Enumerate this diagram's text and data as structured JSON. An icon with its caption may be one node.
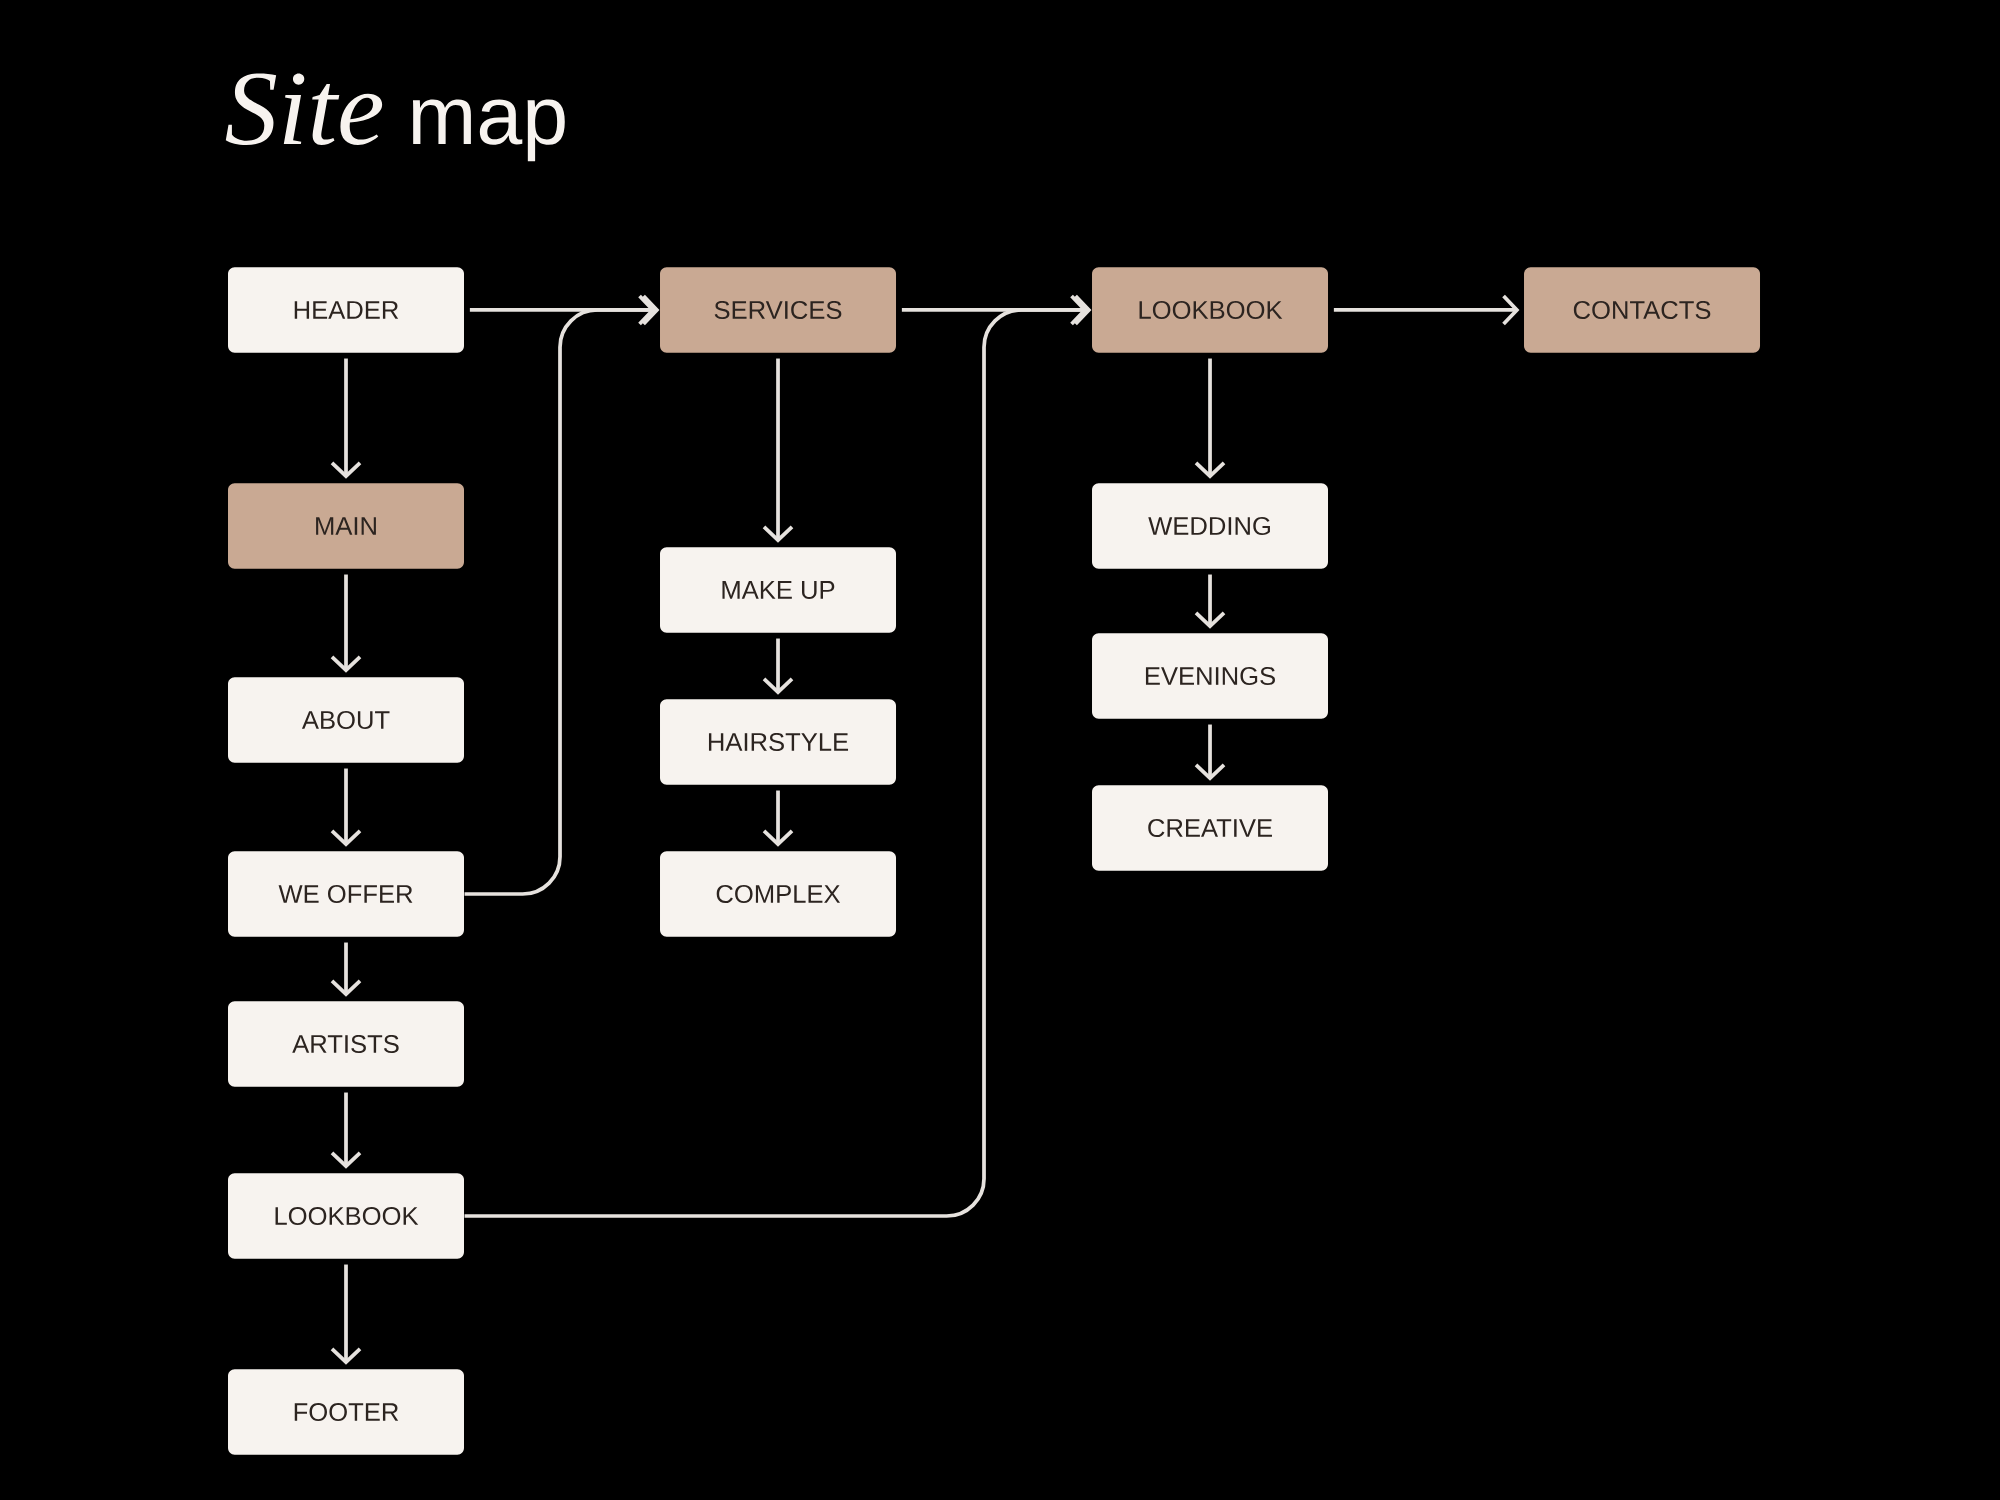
{
  "diagram": {
    "title": "*Site* map",
    "nodes": [
      {
        "text": [
          "HEADER"
        ]
      },
      {
        "text": [
          "SERVICES"
        ]
      },
      {
        "text": [
          "LOOKBOOK"
        ]
      },
      {
        "text": [
          "CONTACTS"
        ]
      },
      {
        "text": [
          "MAIN"
        ]
      },
      {
        "text": [
          "ABOUT"
        ]
      },
      {
        "text": [
          "WE OFFER"
        ]
      },
      {
        "text": [
          "ARTISTS"
        ]
      },
      {
        "text": [
          "LOOKBOOK"
        ]
      },
      {
        "text": [
          "FOOTER"
        ]
      },
      {
        "text": [
          "MAKE UP"
        ]
      },
      {
        "text": [
          "HAIRSTYLE"
        ]
      },
      {
        "text": [
          "COMPLEX"
        ]
      },
      {
        "text": [
          "WEDDING"
        ]
      },
      {
        "text": [
          "EVENINGS"
        ]
      },
      {
        "text": [
          "CREATIVE"
        ]
      }
    ],
    "edges": [
      {
        "from": 0,
        "to": 1,
        "arrow": "to"
      },
      {
        "from": 1,
        "to": 2,
        "arrow": "to"
      },
      {
        "from": 2,
        "to": 3,
        "arrow": "to"
      },
      {
        "from": 0,
        "to": 4,
        "arrow": "to"
      },
      {
        "from": 4,
        "to": 5,
        "arrow": "to"
      },
      {
        "from": 5,
        "to": 6,
        "arrow": "to"
      },
      {
        "from": 6,
        "to": 7,
        "arrow": "to"
      },
      {
        "from": 7,
        "to": 8,
        "arrow": "to"
      },
      {
        "from": 8,
        "to": 9,
        "arrow": "to"
      },
      {
        "from": 6,
        "to": 1,
        "arrow": "to"
      },
      {
        "from": 8,
        "to": 2,
        "arrow": "to"
      },
      {
        "from": 1,
        "to": 10,
        "arrow": "to"
      },
      {
        "from": 10,
        "to": 11,
        "arrow": "to"
      },
      {
        "from": 11,
        "to": 12,
        "arrow": "to"
      },
      {
        "from": 2,
        "to": 13,
        "arrow": "to"
      },
      {
        "from": 13,
        "to": 14,
        "arrow": "to"
      },
      {
        "from": 14,
        "to": 15,
        "arrow": "to"
      }
    ]
  }
}
